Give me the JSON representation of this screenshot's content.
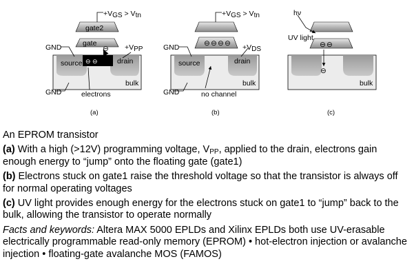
{
  "figure": {
    "a": {
      "caption": "(a)",
      "vgs_label": "+V",
      "vgs_sub": "GS",
      "vgs_rest": " > V",
      "vgs_tn": "tn",
      "gate2": "gate2",
      "gate1": "gate",
      "gnd_top": "GND",
      "gnd_bottom": "GND",
      "vpp_label": "+V",
      "vpp_sub": "PP",
      "source": "source",
      "drain": "drain",
      "bulk": "bulk",
      "electrons": "electrons",
      "charge": "⊖"
    },
    "b": {
      "caption": "(b)",
      "vgs_label": "+V",
      "vgs_sub": "GS",
      "vgs_rest": " > V",
      "vgs_tn": "tn",
      "gnd_top": "GND",
      "gnd_bottom": "GND",
      "vds_label": "+V",
      "vds_sub": "DS",
      "source": "source",
      "drain": "drain",
      "bulk": "bulk",
      "no_channel": "no channel",
      "charge": "⊖"
    },
    "c": {
      "caption": "(c)",
      "hv": "hν",
      "uv_light": "UV light",
      "bulk": "bulk",
      "charge": "⊖"
    }
  },
  "text": {
    "title": "An EPROM transistor",
    "a_label": "(a)",
    "a_text_1": " With a high (>12V) programming voltage, V",
    "a_sub": "PP",
    "a_text_2": ", applied to the drain, electrons gain enough energy to “jump” onto the floating gate (gate1)",
    "b_label": "(b)",
    "b_text": " Electrons stuck on gate1 raise the threshold voltage so that the transistor is always off for normal operating voltages",
    "c_label": "(c)",
    "c_text": " UV light provides enough energy for the electrons stuck on gate1 to “jump” back to the bulk, allowing the transistor to operate normally",
    "facts_label": "Facts and keywords:",
    "facts_text": " Altera MAX 5000 EPLDs and Xilinx EPLDs both use UV-erasable electrically programmable read-only memory (EPROM) • hot-electron injection or avalanche injection • floating-gate avalanche MOS (FAMOS)"
  }
}
